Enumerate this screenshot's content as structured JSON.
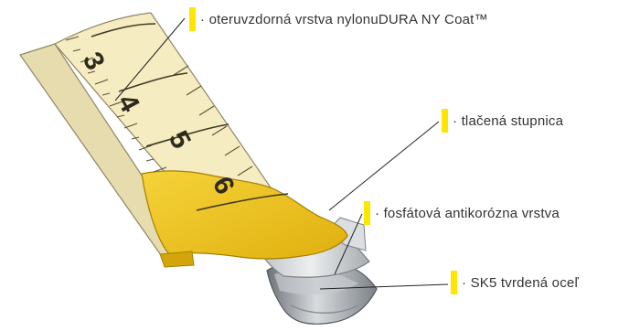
{
  "colors": {
    "marker": "#ffe600",
    "label_text": "#333333",
    "leader_line": "#222222",
    "tape_yellow": "#f0c419",
    "tape_light": "#f5ecc2",
    "steel": "#9aa0a6"
  },
  "tape": {
    "scale_numbers": [
      "3",
      "4",
      "5",
      "6"
    ]
  },
  "callouts": [
    {
      "text": "· oteruvzdorná vrstva nylonuDURA NY Coat™"
    },
    {
      "text": "· tlačená stupnica"
    },
    {
      "text": "· fosfátová antikorózna vrstva"
    },
    {
      "text": "· SK5 tvrdená oceľ"
    }
  ]
}
